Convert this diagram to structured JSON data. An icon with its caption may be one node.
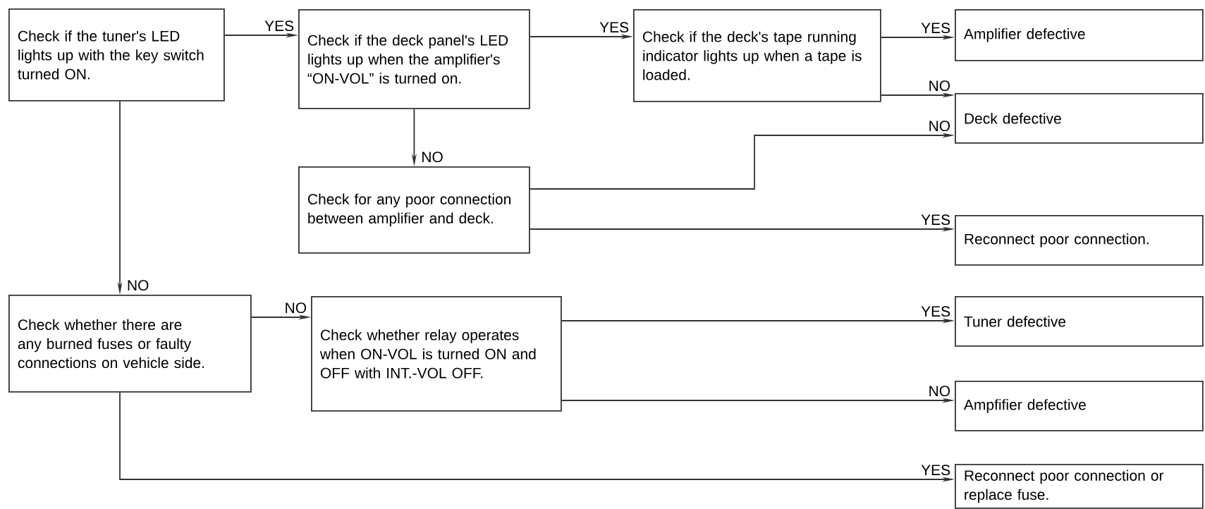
{
  "diagram": {
    "nodes": [
      {
        "text": [
          "Check if the tuner's LED lights up with the key switch turned ON."
        ]
      },
      {
        "text": [
          "Check if the deck panel's LED lights up when the amplifier's “ON-VOL” is turned on."
        ]
      },
      {
        "text": [
          "Check if the deck's tape running indicator lights up when a tape is loaded."
        ]
      },
      {
        "text": [
          "Amplifier defective"
        ]
      },
      {
        "text": [
          "Deck defective"
        ]
      },
      {
        "text": [
          "Check for any poor connection between amplifier and deck."
        ]
      },
      {
        "text": [
          "Reconnect poor connection."
        ]
      },
      {
        "text": [
          "Check whether there are any burned fuses or faulty connections on vehicle side."
        ]
      },
      {
        "text": [
          "Check whether relay operates when ON-VOL is turned ON and OFF with INT.-VOL OFF."
        ]
      },
      {
        "text": [
          "Tuner defective"
        ]
      },
      {
        "text": [
          "Ampfifier defective"
        ]
      },
      {
        "text": [
          "Reconnect poor connection or replace fuse."
        ]
      }
    ],
    "edges": [
      {
        "from": 0,
        "to": 1,
        "arrow": "to",
        "label": "YES"
      },
      {
        "from": 1,
        "to": 2,
        "arrow": "to",
        "label": "YES"
      },
      {
        "from": 2,
        "to": 3,
        "arrow": "to",
        "label": "YES"
      },
      {
        "from": 2,
        "to": 4,
        "arrow": "to",
        "label": "NO"
      },
      {
        "from": 1,
        "to": 5,
        "arrow": "to",
        "label": "NO"
      },
      {
        "from": 5,
        "to": 4,
        "arrow": "to",
        "label": "NO"
      },
      {
        "from": 5,
        "to": 6,
        "arrow": "to",
        "label": "YES"
      },
      {
        "from": 0,
        "to": 7,
        "arrow": "to",
        "label": "NO"
      },
      {
        "from": 7,
        "to": 8,
        "arrow": "to",
        "label": "NO"
      },
      {
        "from": 8,
        "to": 9,
        "arrow": "to",
        "label": "YES"
      },
      {
        "from": 8,
        "to": 10,
        "arrow": "to",
        "label": "NO"
      },
      {
        "from": 7,
        "to": 11,
        "arrow": "to",
        "label": "YES"
      }
    ]
  }
}
